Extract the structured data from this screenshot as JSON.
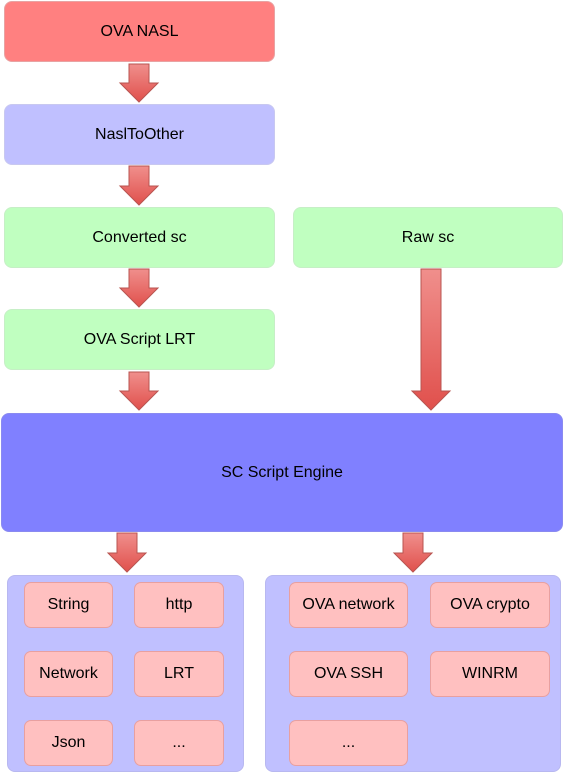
{
  "nodes": {
    "ova_nasl": "OVA NASL",
    "nasl_to_other": "NaslToOther",
    "converted_sc": "Converted sc",
    "raw_sc": "Raw sc",
    "ova_script_lrt": "OVA Script LRT",
    "sc_script_engine": "SC Script Engine"
  },
  "left_group": [
    "String",
    "http",
    "Network",
    "LRT",
    "Json",
    "..."
  ],
  "right_group": [
    "OVA network",
    "OVA crypto",
    "OVA SSH",
    "WINRM",
    "..."
  ],
  "colors": {
    "top_box": "#ff8080",
    "converter_box": "#c0c0ff",
    "script_box": "#c0ffc0",
    "engine_box": "#8080ff",
    "module_box": "#ffc0c0",
    "arrow": "#ea6b66"
  }
}
